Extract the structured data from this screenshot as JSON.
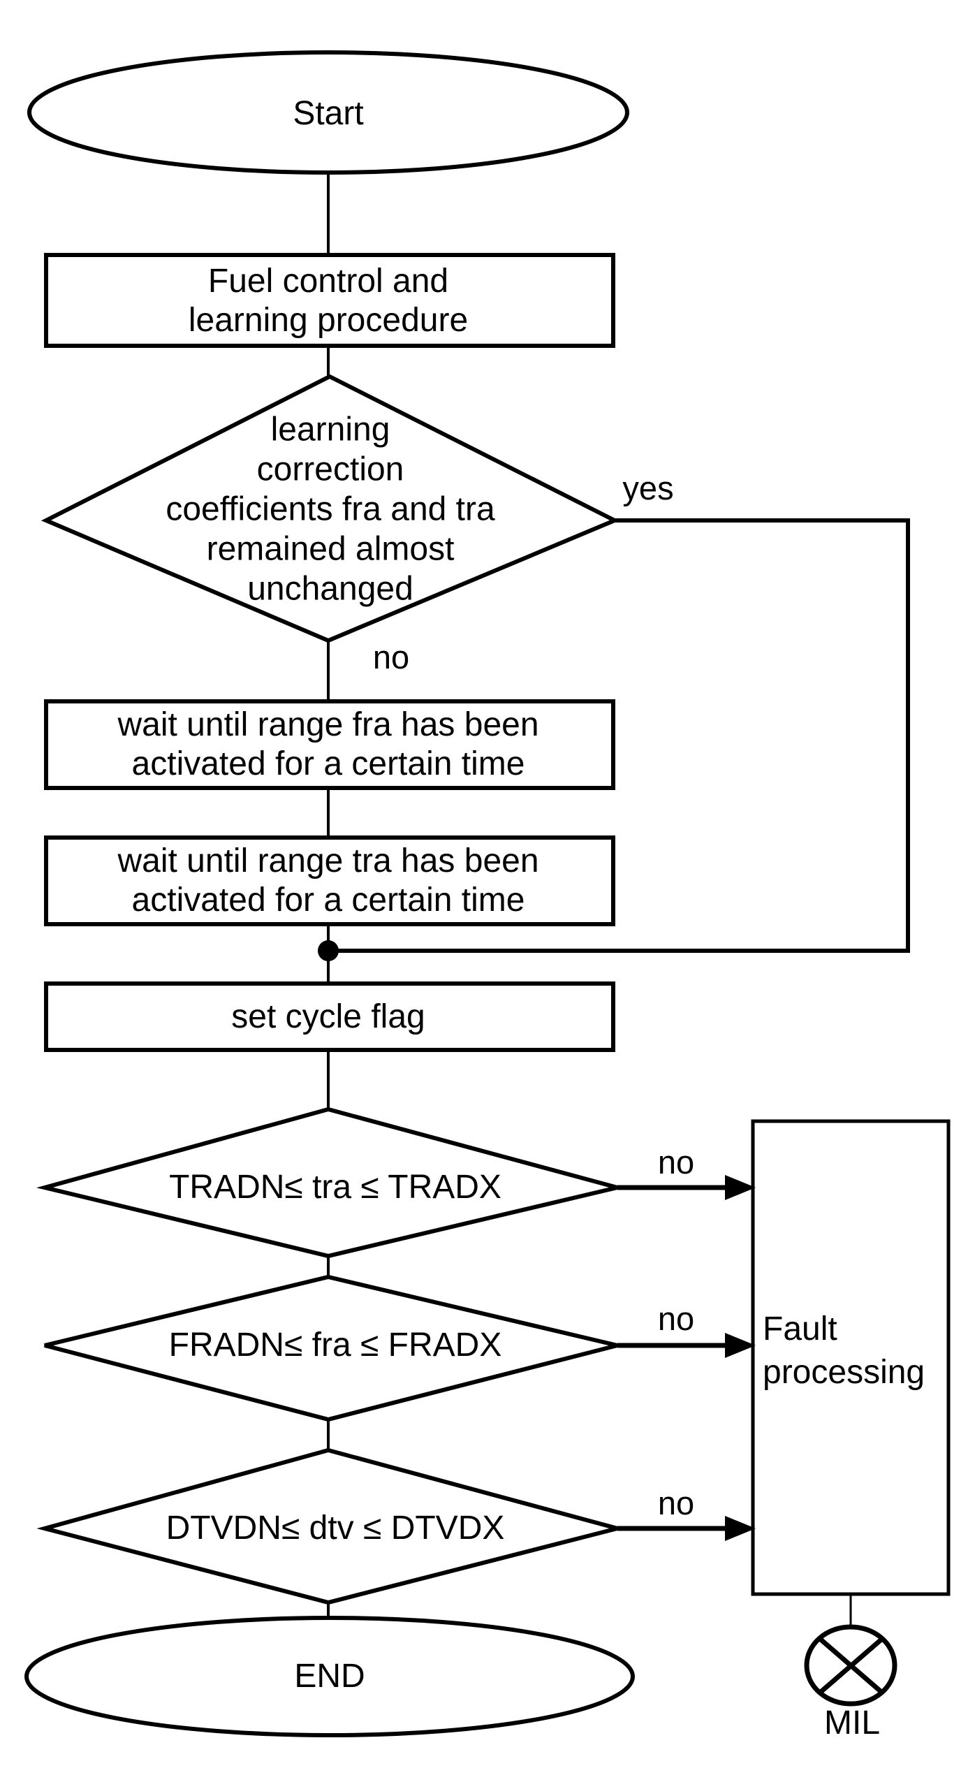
{
  "flowchart": {
    "colors": {
      "line": "#000000",
      "background": "#ffffff"
    },
    "nodes": {
      "start": "Start",
      "fuel_control": "Fuel control and\nlearning procedure",
      "learning_decision": "learning\ncorrection\ncoefficients fra and tra\nremained almost\nunchanged",
      "wait_fra": "wait until range fra has been\nactivated for a certain time",
      "wait_tra": "wait until range tra has been\nactivated for a certain time",
      "set_cycle_flag": "set cycle flag",
      "tra_range_decision": "TRADN≤ tra ≤ TRADX",
      "fra_range_decision": "FRADN≤ fra ≤ FRADX",
      "dtv_range_decision": "DTVDN≤ dtv ≤ DTVDX",
      "fault_processing": "Fault\nprocessing",
      "end": "END",
      "mil": "MIL"
    },
    "edge_labels": {
      "learning_yes": "yes",
      "learning_no": "no",
      "tra_no": "no",
      "fra_no": "no",
      "dtv_no": "no"
    }
  }
}
